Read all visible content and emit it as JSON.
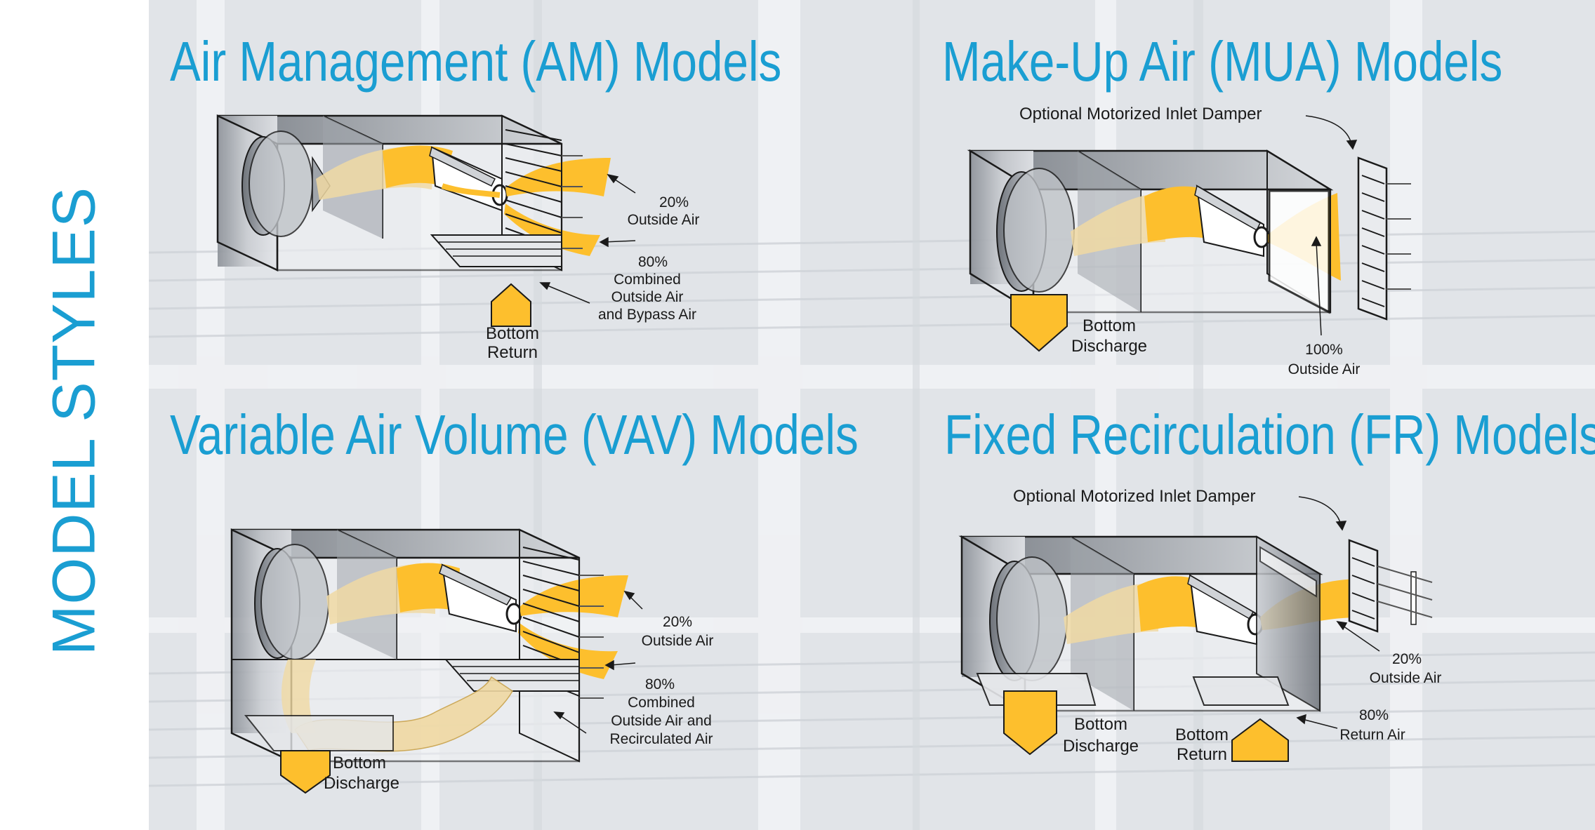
{
  "colors": {
    "accent": "#1a9ed2",
    "airflow": "#fdbf2d",
    "airflow_light": "#f0d9a3",
    "outline": "#1a1a1a",
    "housing_dark": "#8a8f96",
    "housing_light": "#e4e6ea",
    "background": "#e3e6ea"
  },
  "page": {
    "side_title": "MODEL STYLES"
  },
  "sections": {
    "am": {
      "title": "Air Management (AM) Models",
      "labels": {
        "outside_pct": "20%",
        "outside_txt": "Outside Air",
        "combined_pct": "80%",
        "combined_l1": "Combined",
        "combined_l2": "Outside Air",
        "combined_l3": "and Bypass Air",
        "return_l1": "Bottom",
        "return_l2": "Return"
      }
    },
    "mua": {
      "title": "Make-Up Air (MUA) Models",
      "labels": {
        "damper": "Optional Motorized Inlet Damper",
        "discharge_l1": "Bottom",
        "discharge_l2": "Discharge",
        "outside_pct": "100%",
        "outside_txt": "Outside Air"
      }
    },
    "vav": {
      "title": "Variable Air Volume (VAV) Models",
      "labels": {
        "outside_pct": "20%",
        "outside_txt": "Outside Air",
        "combined_pct": "80%",
        "combined_l1": "Combined",
        "combined_l2": "Outside Air and",
        "combined_l3": "Recirculated Air",
        "discharge_l1": "Bottom",
        "discharge_l2": "Discharge"
      }
    },
    "fr": {
      "title": "Fixed Recirculation (FR) Models",
      "labels": {
        "damper": "Optional Motorized Inlet Damper",
        "outside_pct": "20%",
        "outside_txt": "Outside Air",
        "return_pct": "80%",
        "return_txt": "Return Air",
        "discharge_l1": "Bottom",
        "discharge_l2": "Discharge",
        "return_l1": "Bottom",
        "return_l2": "Return"
      }
    }
  }
}
